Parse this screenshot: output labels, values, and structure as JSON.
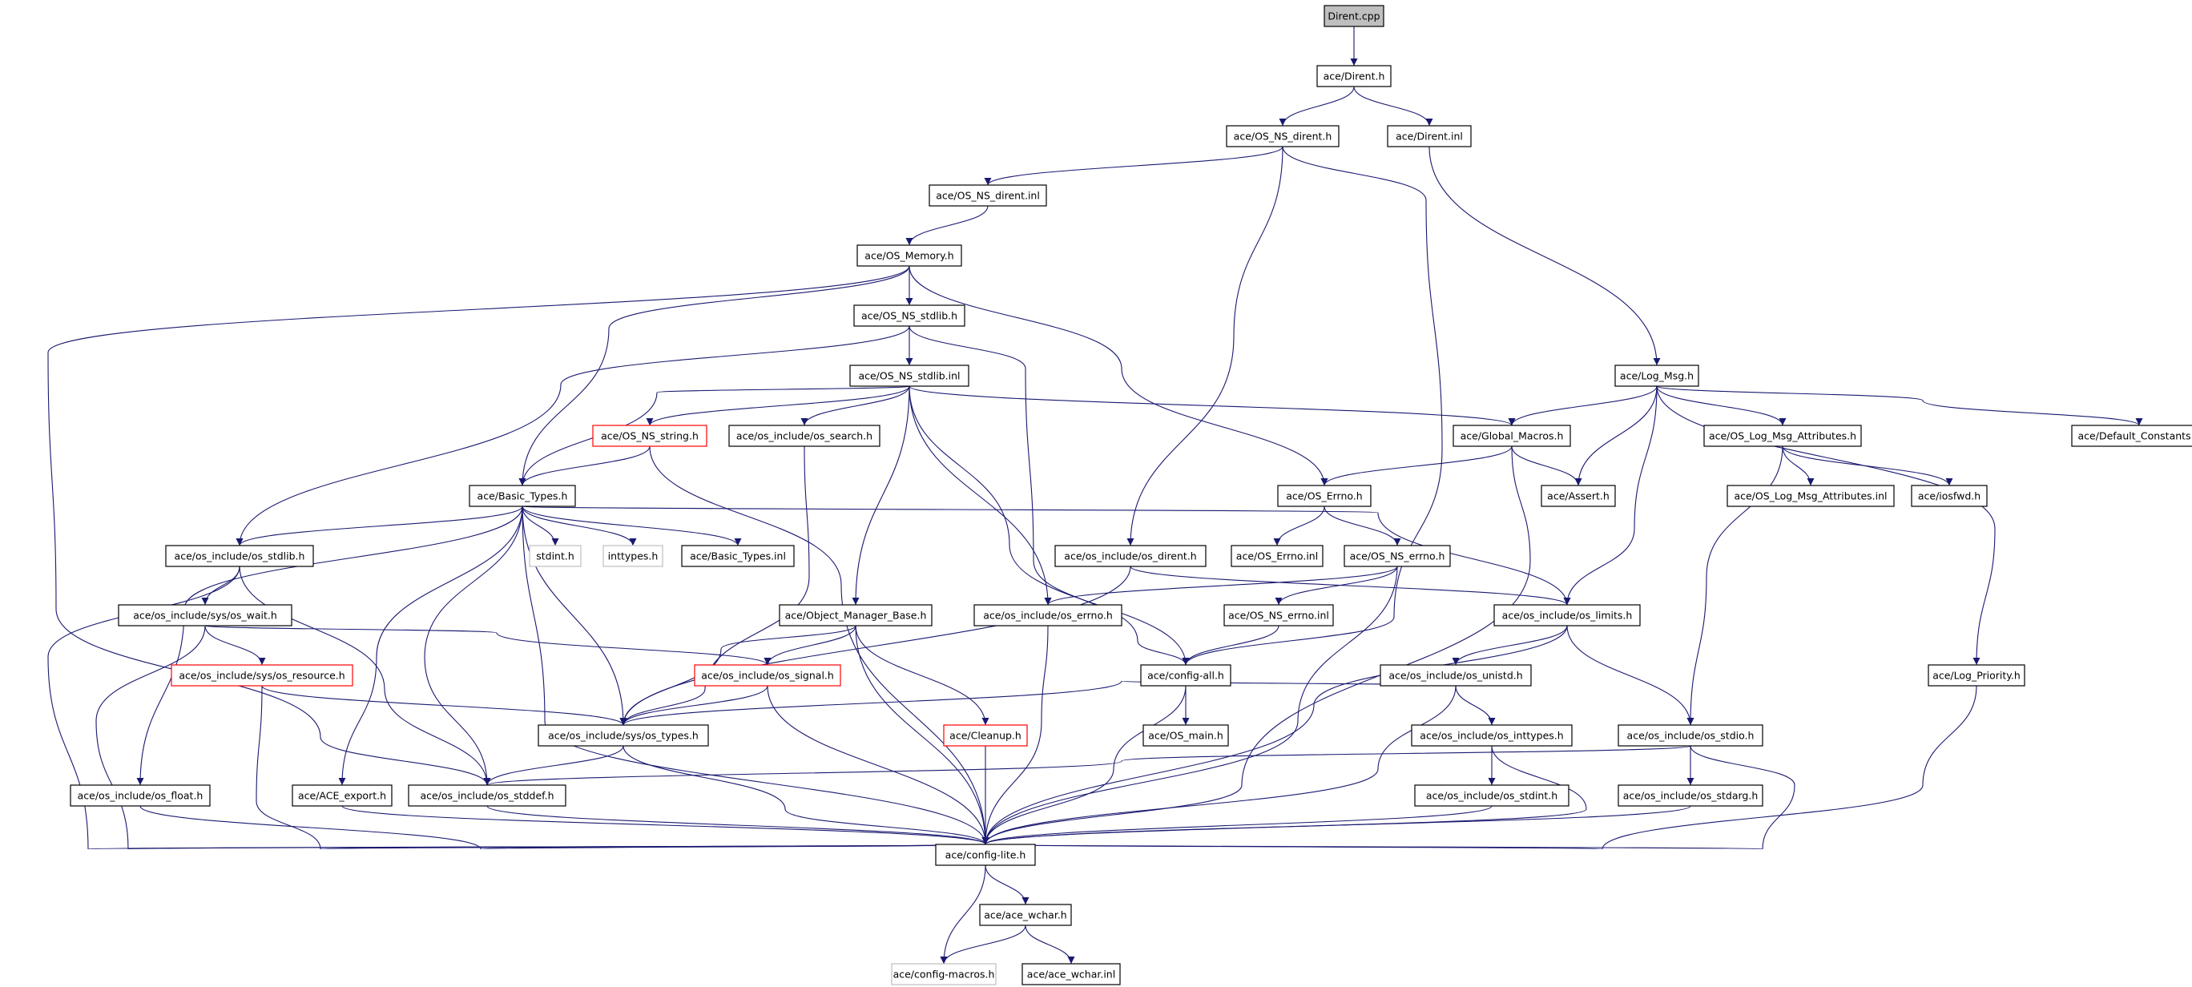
{
  "graph": {
    "nodes": [
      {
        "id": "dirent_cpp",
        "label": "Dirent.cpp",
        "style": "root"
      },
      {
        "id": "dirent_h",
        "label": "ace/Dirent.h",
        "style": "normal"
      },
      {
        "id": "os_ns_dirent_h",
        "label": "ace/OS_NS_dirent.h",
        "style": "normal"
      },
      {
        "id": "dirent_inl",
        "label": "ace/Dirent.inl",
        "style": "normal"
      },
      {
        "id": "os_ns_dirent_inl",
        "label": "ace/OS_NS_dirent.inl",
        "style": "normal"
      },
      {
        "id": "os_memory_h",
        "label": "ace/OS_Memory.h",
        "style": "normal"
      },
      {
        "id": "os_ns_stdlib_h",
        "label": "ace/OS_NS_stdlib.h",
        "style": "normal"
      },
      {
        "id": "os_ns_stdlib_inl",
        "label": "ace/OS_NS_stdlib.inl",
        "style": "normal"
      },
      {
        "id": "log_msg_h",
        "label": "ace/Log_Msg.h",
        "style": "normal"
      },
      {
        "id": "os_ns_string_h",
        "label": "ace/OS_NS_string.h",
        "style": "red"
      },
      {
        "id": "os_search_h",
        "label": "ace/os_include/os_search.h",
        "style": "normal"
      },
      {
        "id": "global_macros_h",
        "label": "ace/Global_Macros.h",
        "style": "normal"
      },
      {
        "id": "os_log_msg_attributes_h",
        "label": "ace/OS_Log_Msg_Attributes.h",
        "style": "normal"
      },
      {
        "id": "default_constants_h",
        "label": "ace/Default_Constants.h",
        "style": "normal"
      },
      {
        "id": "basic_types_h",
        "label": "ace/Basic_Types.h",
        "style": "normal"
      },
      {
        "id": "os_errno_h",
        "label": "ace/OS_Errno.h",
        "style": "normal"
      },
      {
        "id": "assert_h",
        "label": "ace/Assert.h",
        "style": "normal"
      },
      {
        "id": "os_log_msg_attributes_inl",
        "label": "ace/OS_Log_Msg_Attributes.inl",
        "style": "normal"
      },
      {
        "id": "iosfwd_h",
        "label": "ace/iosfwd.h",
        "style": "normal"
      },
      {
        "id": "os_stdlib_h",
        "label": "ace/os_include/os_stdlib.h",
        "style": "normal"
      },
      {
        "id": "stdint_h",
        "label": "stdint.h",
        "style": "gray"
      },
      {
        "id": "inttypes_h",
        "label": "inttypes.h",
        "style": "gray"
      },
      {
        "id": "basic_types_inl",
        "label": "ace/Basic_Types.inl",
        "style": "normal"
      },
      {
        "id": "os_dirent_h",
        "label": "ace/os_include/os_dirent.h",
        "style": "normal"
      },
      {
        "id": "os_errno_inl",
        "label": "ace/OS_Errno.inl",
        "style": "normal"
      },
      {
        "id": "os_ns_errno_h",
        "label": "ace/OS_NS_errno.h",
        "style": "normal"
      },
      {
        "id": "sys_os_wait_h",
        "label": "ace/os_include/sys/os_wait.h",
        "style": "normal"
      },
      {
        "id": "object_manager_base_h",
        "label": "ace/Object_Manager_Base.h",
        "style": "normal"
      },
      {
        "id": "os_include_os_errno_h",
        "label": "ace/os_include/os_errno.h",
        "style": "normal"
      },
      {
        "id": "os_ns_errno_inl",
        "label": "ace/OS_NS_errno.inl",
        "style": "normal"
      },
      {
        "id": "os_limits_h",
        "label": "ace/os_include/os_limits.h",
        "style": "normal"
      },
      {
        "id": "sys_os_resource_h",
        "label": "ace/os_include/sys/os_resource.h",
        "style": "red"
      },
      {
        "id": "os_signal_h",
        "label": "ace/os_include/os_signal.h",
        "style": "red"
      },
      {
        "id": "config_all_h",
        "label": "ace/config-all.h",
        "style": "normal"
      },
      {
        "id": "os_unistd_h",
        "label": "ace/os_include/os_unistd.h",
        "style": "normal"
      },
      {
        "id": "log_priority_h",
        "label": "ace/Log_Priority.h",
        "style": "normal"
      },
      {
        "id": "sys_os_types_h",
        "label": "ace/os_include/sys/os_types.h",
        "style": "normal"
      },
      {
        "id": "cleanup_h",
        "label": "ace/Cleanup.h",
        "style": "red"
      },
      {
        "id": "os_main_h",
        "label": "ace/OS_main.h",
        "style": "normal"
      },
      {
        "id": "os_inttypes_h",
        "label": "ace/os_include/os_inttypes.h",
        "style": "normal"
      },
      {
        "id": "os_stdio_h",
        "label": "ace/os_include/os_stdio.h",
        "style": "normal"
      },
      {
        "id": "os_float_h",
        "label": "ace/os_include/os_float.h",
        "style": "normal"
      },
      {
        "id": "ace_export_h",
        "label": "ace/ACE_export.h",
        "style": "normal"
      },
      {
        "id": "os_stddef_h",
        "label": "ace/os_include/os_stddef.h",
        "style": "normal"
      },
      {
        "id": "os_stdint_h",
        "label": "ace/os_include/os_stdint.h",
        "style": "normal"
      },
      {
        "id": "os_stdarg_h",
        "label": "ace/os_include/os_stdarg.h",
        "style": "normal"
      },
      {
        "id": "config_lite_h",
        "label": "ace/config-lite.h",
        "style": "normal"
      },
      {
        "id": "ace_wchar_h",
        "label": "ace/ace_wchar.h",
        "style": "normal"
      },
      {
        "id": "config_macros_h",
        "label": "ace/config-macros.h",
        "style": "gray"
      },
      {
        "id": "ace_wchar_inl",
        "label": "ace/ace_wchar.inl",
        "style": "normal"
      }
    ],
    "edges": [
      [
        "dirent_cpp",
        "dirent_h"
      ],
      [
        "dirent_h",
        "os_ns_dirent_h"
      ],
      [
        "dirent_h",
        "dirent_inl"
      ],
      [
        "os_ns_dirent_h",
        "os_ns_dirent_inl"
      ],
      [
        "os_ns_dirent_h",
        "os_dirent_h"
      ],
      [
        "os_ns_dirent_h",
        "config_all_h"
      ],
      [
        "dirent_inl",
        "log_msg_h"
      ],
      [
        "os_ns_dirent_inl",
        "os_memory_h"
      ],
      [
        "os_memory_h",
        "os_ns_stdlib_h"
      ],
      [
        "os_memory_h",
        "basic_types_h"
      ],
      [
        "os_memory_h",
        "os_errno_h"
      ],
      [
        "os_memory_h",
        "os_stddef_h"
      ],
      [
        "os_ns_stdlib_h",
        "os_ns_stdlib_inl"
      ],
      [
        "os_ns_stdlib_h",
        "os_stdlib_h"
      ],
      [
        "os_ns_stdlib_h",
        "config_all_h"
      ],
      [
        "os_ns_stdlib_inl",
        "os_ns_string_h"
      ],
      [
        "os_ns_stdlib_inl",
        "os_search_h"
      ],
      [
        "os_ns_stdlib_inl",
        "global_macros_h"
      ],
      [
        "os_ns_stdlib_inl",
        "basic_types_h"
      ],
      [
        "os_ns_stdlib_inl",
        "object_manager_base_h"
      ],
      [
        "os_ns_stdlib_inl",
        "os_include_os_errno_h"
      ],
      [
        "os_ns_stdlib_inl",
        "config_all_h"
      ],
      [
        "os_ns_string_h",
        "basic_types_h"
      ],
      [
        "os_ns_string_h",
        "config_lite_h"
      ],
      [
        "os_search_h",
        "sys_os_types_h"
      ],
      [
        "log_msg_h",
        "global_macros_h"
      ],
      [
        "log_msg_h",
        "assert_h"
      ],
      [
        "log_msg_h",
        "os_log_msg_attributes_h"
      ],
      [
        "log_msg_h",
        "default_constants_h"
      ],
      [
        "log_msg_h",
        "os_limits_h"
      ],
      [
        "log_msg_h",
        "log_priority_h"
      ],
      [
        "global_macros_h",
        "os_errno_h"
      ],
      [
        "global_macros_h",
        "assert_h"
      ],
      [
        "global_macros_h",
        "config_lite_h"
      ],
      [
        "os_log_msg_attributes_h",
        "os_log_msg_attributes_inl"
      ],
      [
        "os_log_msg_attributes_h",
        "iosfwd_h"
      ],
      [
        "os_log_msg_attributes_h",
        "os_stdio_h"
      ],
      [
        "basic_types_h",
        "os_stdlib_h"
      ],
      [
        "basic_types_h",
        "stdint_h"
      ],
      [
        "basic_types_h",
        "inttypes_h"
      ],
      [
        "basic_types_h",
        "basic_types_inl"
      ],
      [
        "basic_types_h",
        "os_limits_h"
      ],
      [
        "basic_types_h",
        "sys_os_types_h"
      ],
      [
        "basic_types_h",
        "os_float_h"
      ],
      [
        "basic_types_h",
        "ace_export_h"
      ],
      [
        "basic_types_h",
        "os_stddef_h"
      ],
      [
        "basic_types_h",
        "config_lite_h"
      ],
      [
        "os_errno_h",
        "os_errno_inl"
      ],
      [
        "os_errno_h",
        "os_ns_errno_h"
      ],
      [
        "os_stdlib_h",
        "sys_os_wait_h"
      ],
      [
        "os_stdlib_h",
        "os_stddef_h"
      ],
      [
        "os_stdlib_h",
        "config_lite_h"
      ],
      [
        "os_dirent_h",
        "os_limits_h"
      ],
      [
        "os_dirent_h",
        "sys_os_types_h"
      ],
      [
        "os_ns_errno_h",
        "os_ns_errno_inl"
      ],
      [
        "os_ns_errno_h",
        "os_include_os_errno_h"
      ],
      [
        "os_ns_errno_h",
        "config_lite_h"
      ],
      [
        "sys_os_wait_h",
        "sys_os_resource_h"
      ],
      [
        "sys_os_wait_h",
        "os_signal_h"
      ],
      [
        "sys_os_wait_h",
        "config_lite_h"
      ],
      [
        "object_manager_base_h",
        "os_signal_h"
      ],
      [
        "object_manager_base_h",
        "cleanup_h"
      ],
      [
        "object_manager_base_h",
        "sys_os_types_h"
      ],
      [
        "object_manager_base_h",
        "config_lite_h"
      ],
      [
        "os_include_os_errno_h",
        "config_lite_h"
      ],
      [
        "os_ns_errno_inl",
        "config_all_h"
      ],
      [
        "os_limits_h",
        "os_unistd_h"
      ],
      [
        "os_limits_h",
        "os_stdio_h"
      ],
      [
        "os_limits_h",
        "config_lite_h"
      ],
      [
        "sys_os_resource_h",
        "sys_os_types_h"
      ],
      [
        "sys_os_resource_h",
        "config_lite_h"
      ],
      [
        "os_signal_h",
        "sys_os_types_h"
      ],
      [
        "os_signal_h",
        "config_lite_h"
      ],
      [
        "config_all_h",
        "os_main_h"
      ],
      [
        "config_all_h",
        "config_lite_h"
      ],
      [
        "os_unistd_h",
        "sys_os_types_h"
      ],
      [
        "os_unistd_h",
        "os_inttypes_h"
      ],
      [
        "os_unistd_h",
        "config_lite_h"
      ],
      [
        "log_priority_h",
        "config_lite_h"
      ],
      [
        "sys_os_types_h",
        "os_stddef_h"
      ],
      [
        "sys_os_types_h",
        "config_lite_h"
      ],
      [
        "cleanup_h",
        "config_lite_h"
      ],
      [
        "os_inttypes_h",
        "os_stdint_h"
      ],
      [
        "os_inttypes_h",
        "config_lite_h"
      ],
      [
        "os_stdio_h",
        "os_stddef_h"
      ],
      [
        "os_stdio_h",
        "os_stdarg_h"
      ],
      [
        "os_stdio_h",
        "config_lite_h"
      ],
      [
        "os_float_h",
        "config_lite_h"
      ],
      [
        "ace_export_h",
        "config_lite_h"
      ],
      [
        "os_stddef_h",
        "config_lite_h"
      ],
      [
        "os_stdint_h",
        "config_lite_h"
      ],
      [
        "os_stdarg_h",
        "config_lite_h"
      ],
      [
        "config_lite_h",
        "ace_wchar_h"
      ],
      [
        "config_lite_h",
        "config_macros_h"
      ],
      [
        "ace_wchar_h",
        "config_macros_h"
      ],
      [
        "ace_wchar_h",
        "ace_wchar_inl"
      ]
    ],
    "colors": {
      "edge": "#191970",
      "root_fill": "#bfbfbf",
      "normal_border": "#000000",
      "red_border": "#ff0000",
      "gray_border": "#bfbfbf"
    }
  }
}
